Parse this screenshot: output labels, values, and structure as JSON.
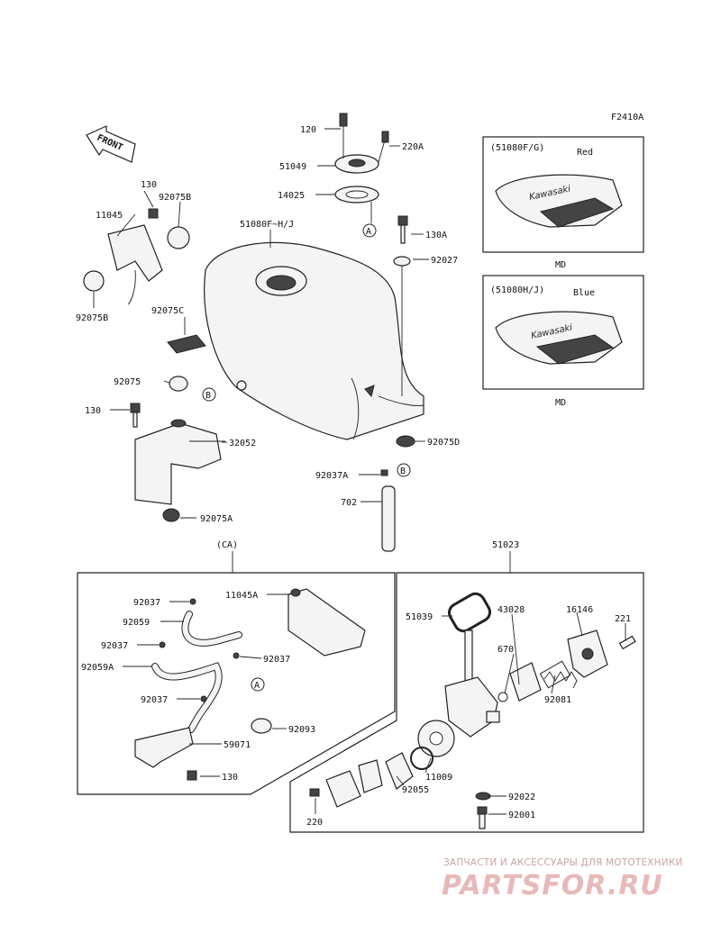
{
  "figure_code": "F2410A",
  "front_label": "FRONT",
  "labels": {
    "l120": "120",
    "l220a": "220A",
    "l51049": "51049",
    "l14025": "14025",
    "l130a": "130A",
    "l92027": "92027",
    "l51080fhj": "51080F~H/J",
    "l130_top": "130",
    "l92075b_top": "92075B",
    "l11045": "11045",
    "l92075b_bot": "92075B",
    "l92075c": "92075C",
    "l92075": "92075",
    "l130_left": "130",
    "l32052": "32052",
    "l92075d": "92075D",
    "l92037a": "92037A",
    "l702": "702",
    "l92075a": "92075A",
    "l_ca": "(CA)",
    "l51023": "51023",
    "l92037_1": "92037",
    "l11045a": "11045A",
    "l92059": "92059",
    "l92037_2": "92037",
    "l92037_3": "92037",
    "l92059a": "92059A",
    "l92037_4": "92037",
    "l92093": "92093",
    "l59071": "59071",
    "l130_ca": "130",
    "l51039": "51039",
    "l43028": "43028",
    "l16146": "16146",
    "l221": "221",
    "l670": "670",
    "l92081": "92081",
    "l11009": "11009",
    "l92055": "92055",
    "l92022": "92022",
    "l92001": "92001",
    "l220": "220",
    "circ_a1": "A",
    "circ_a2": "A",
    "circ_b1": "B",
    "circ_b2": "B"
  },
  "inset_fg": {
    "title": "(51080F/G)",
    "color": "Red",
    "note": "MD",
    "brand": "Kawasaki"
  },
  "inset_hj": {
    "title": "(51080H/J)",
    "color": "Blue",
    "note": "MD",
    "brand": "Kawasaki"
  },
  "watermark": {
    "top_text": "ЗАПЧАСТИ И АКСЕССУАРЫ ДЛЯ МОТОТЕХНИКИ",
    "logo": "PARTSFOR.RU"
  }
}
